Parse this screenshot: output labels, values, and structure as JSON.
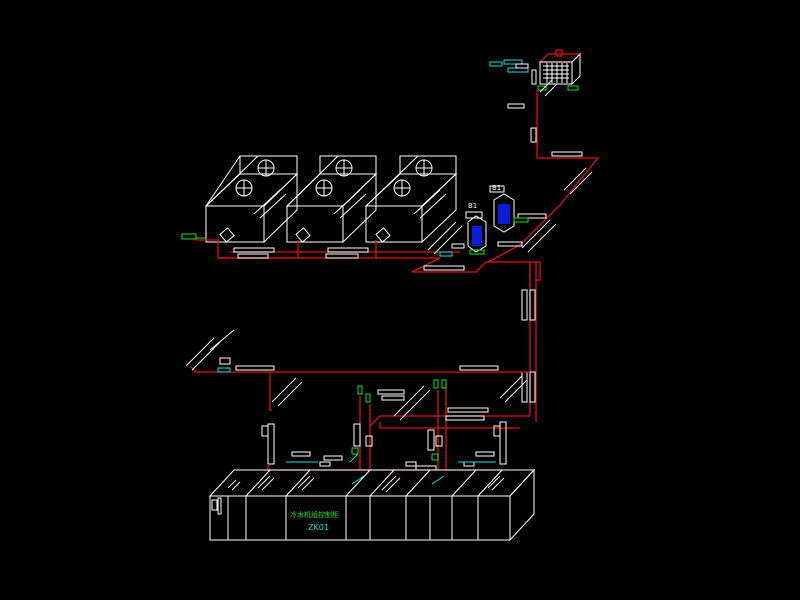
{
  "drawing": {
    "background": "#000000",
    "colors": {
      "outline": "#ffffff",
      "pipe": "#e01010",
      "valve": "#19e619",
      "tag": "#00e5e5",
      "pump_fill": "#0a1ed8"
    },
    "labels": {
      "pump_left_tag": "B1",
      "pump_right_tag": "B1",
      "cabinet_title": "冷水机组控制柜",
      "cabinet_code": "ZK01"
    }
  }
}
